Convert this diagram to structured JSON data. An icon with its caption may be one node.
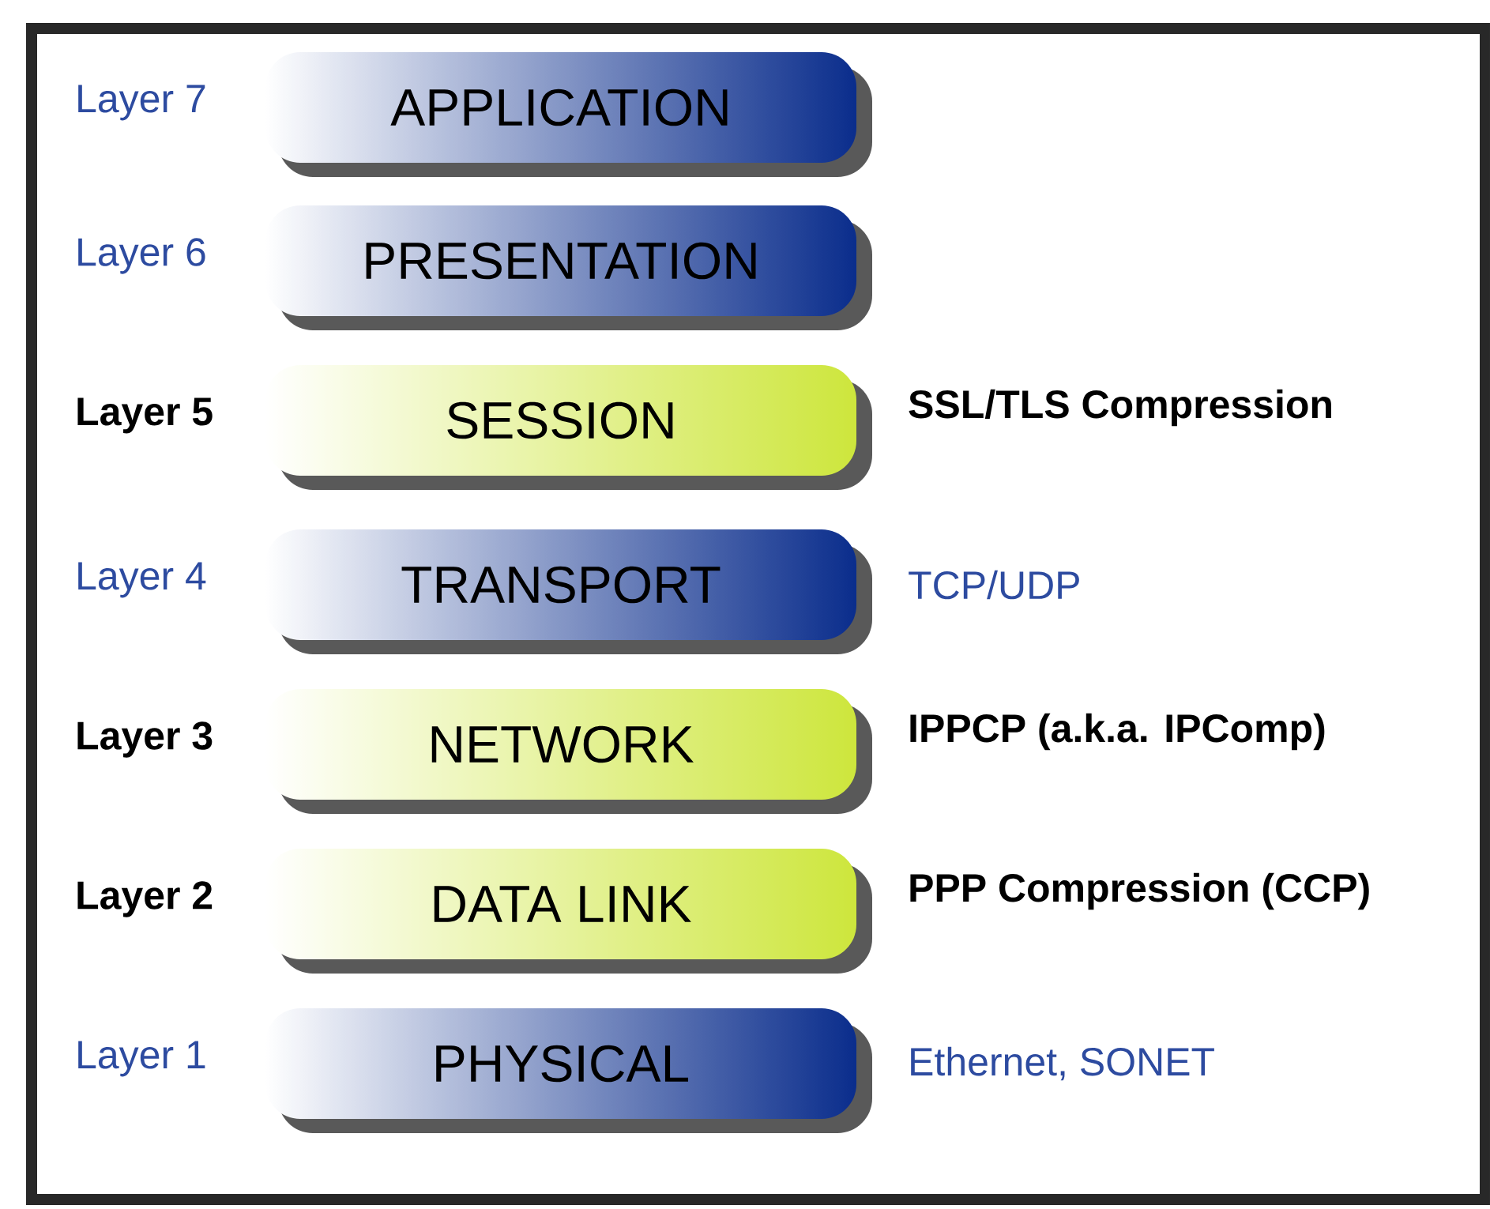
{
  "diagram": {
    "nodes": [
      {
        "text": [
          "APPLICATION"
        ],
        "beside": [
          "Layer 7"
        ]
      },
      {
        "text": [
          "PRESENTATION"
        ],
        "beside": [
          "Layer 6"
        ]
      },
      {
        "text": [
          "SESSION"
        ],
        "beside": [
          "Layer 5",
          "SSL/TLS Compression"
        ]
      },
      {
        "text": [
          "TRANSPORT"
        ],
        "beside": [
          "Layer 4",
          "TCP/UDP"
        ]
      },
      {
        "text": [
          "NETWORK"
        ],
        "beside": [
          "Layer 3",
          "IPPCP (a.k.a. IPComp)"
        ]
      },
      {
        "text": [
          "DATA LINK"
        ],
        "beside": [
          "Layer 2",
          "PPP Compression (CCP)"
        ]
      },
      {
        "text": [
          "PHYSICAL"
        ],
        "beside": [
          "Layer 1",
          "Ethernet, SONET"
        ]
      }
    ]
  }
}
